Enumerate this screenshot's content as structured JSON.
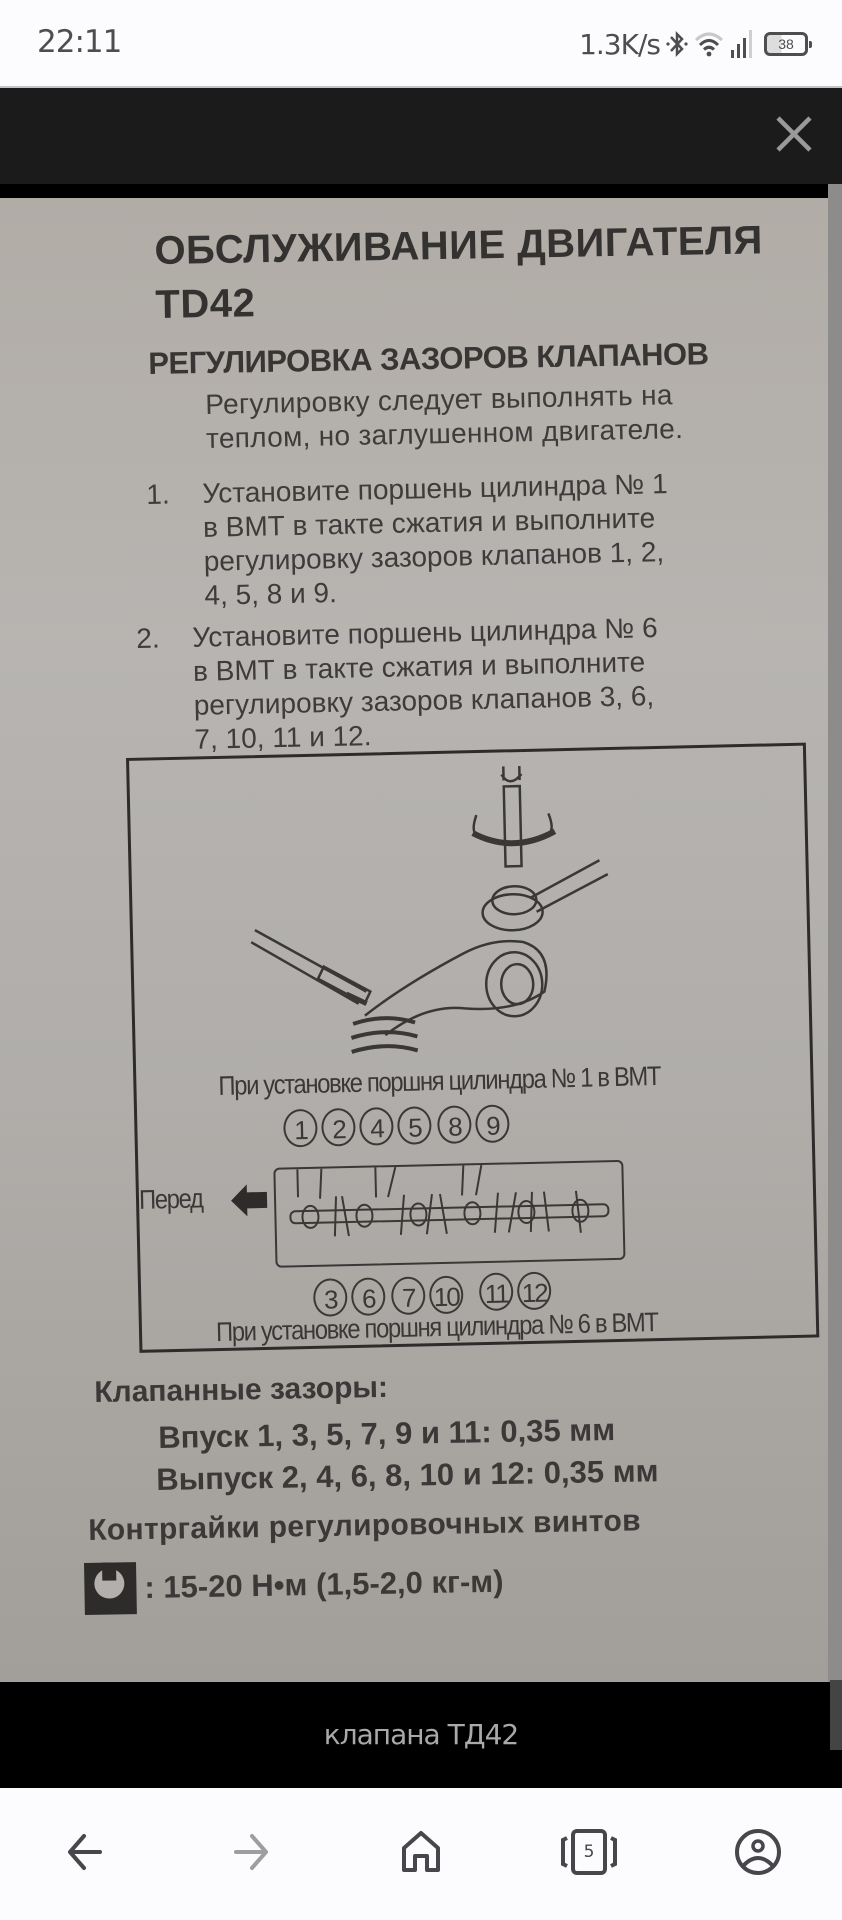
{
  "status_bar": {
    "time": "22:11",
    "network_speed": "1.3K/s",
    "battery_level": "38",
    "icons": [
      "bluetooth-icon",
      "wifi-icon",
      "signal-icon",
      "battery-icon"
    ]
  },
  "viewer": {
    "close_icon": "close-icon",
    "caption": "клапана ТД42"
  },
  "document": {
    "title_line1": "ОБСЛУЖИВАНИЕ  ДВИГАТЕЛЯ",
    "title_line2": "TD42",
    "section_title": "РЕГУЛИРОВКА ЗАЗОРОВ КЛАПАНОВ",
    "intro_line1": "Регулировку следует выполнять на",
    "intro_line2": "теплом, но заглушенном двигателе.",
    "steps": [
      {
        "num": "1.",
        "lines": [
          "Установите поршень цилиндра № 1",
          "в ВМТ в такте сжатия и выполните",
          "регулировку зазоров клапанов 1, 2,",
          "4, 5, 8 и 9."
        ]
      },
      {
        "num": "2.",
        "lines": [
          "Установите поршень цилиндра № 6",
          "в ВМТ в такте сжатия и выполните",
          "регулировку зазоров клапанов 3, 6,",
          "7, 10, 11 и 12."
        ]
      }
    ],
    "figure": {
      "caption_top": "При установке поршня цилиндра № 1 в ВМТ",
      "caption_bottom": "При установке поршня цилиндра № 6 в ВМТ",
      "front_label": "Перед",
      "valves_cyl1": [
        "1",
        "2",
        "4",
        "5",
        "8",
        "9"
      ],
      "valves_cyl6": [
        "3",
        "6",
        "7",
        "10",
        "11",
        "12"
      ]
    },
    "clearances_title": "Клапанные зазоры:",
    "intake_line": "Впуск 1, 3, 5, 7, 9 и 11: 0,35 мм",
    "exhaust_line": "Выпуск 2, 4, 6, 8, 10 и 12: 0,35 мм",
    "locknut_title": "Контргайки регулировочных винтов",
    "torque_value": ": 15-20 Н•м (1,5-2,0 кг-м)"
  },
  "bottom_nav": {
    "back": "back-arrow-icon",
    "forward": "forward-arrow-icon",
    "home": "home-icon",
    "tabs_count": "5",
    "profile": "profile-icon"
  }
}
